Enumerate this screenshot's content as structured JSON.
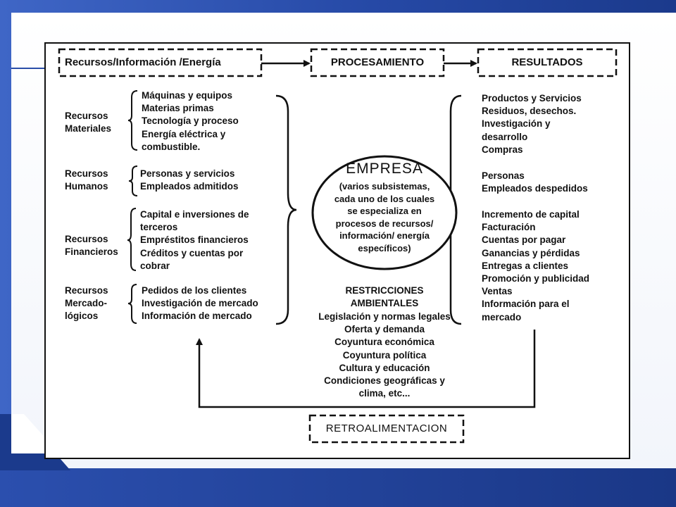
{
  "header": {
    "inputs": "Recursos/Información /Energía",
    "process": "PROCESAMIENTO",
    "outputs": "RESULTADOS"
  },
  "resources": [
    {
      "group": "Recursos\nMateriales",
      "items": [
        "Máquinas y equipos",
        "Materias primas",
        "Tecnología y proceso",
        "Energía eléctrica y",
        "combustible."
      ]
    },
    {
      "group": "Recursos\nHumanos",
      "items": [
        "Personas y servicios",
        "Empleados admitidos"
      ]
    },
    {
      "group": "Recursos\nFinancieros",
      "items": [
        "Capital e inversiones de",
        "terceros",
        "Empréstitos financieros",
        "Créditos y cuentas por",
        "cobrar"
      ]
    },
    {
      "group": "Recursos\nMercado-\nlógicos",
      "items": [
        "Pedidos de los clientes",
        "Investigación de mercado",
        "Información de mercado"
      ]
    }
  ],
  "empresa": {
    "title": "EMPRESA",
    "description": "(varios subsistemas,\ncada uno de los cuales\nse especializa en\nprocesos de recursos/\ninformación/ energía\nespecíficos)"
  },
  "restrictions": {
    "title": "RESTRICCIONES\nAMBIENTALES",
    "items": [
      "Legislación y normas legales",
      "Oferta y demanda",
      "Coyuntura económica",
      "Coyuntura política",
      "Cultura y educación",
      "Condiciones geográficas y",
      "clima, etc..."
    ]
  },
  "results": [
    [
      "Productos y Servicios",
      "Residuos, desechos.",
      "Investigación y",
      "desarrollo",
      "Compras"
    ],
    [
      "Personas",
      "Empleados despedidos"
    ],
    [
      "Incremento de capital",
      "Facturación",
      "Cuentas por pagar",
      "Ganancias y pérdidas",
      "Entregas a clientes",
      "Promoción y publicidad",
      "Ventas",
      "Información para el",
      "mercado"
    ]
  ],
  "feedback": "RETROALIMENTACION",
  "colors": {
    "background": "#2649a6",
    "ink": "#111111"
  }
}
